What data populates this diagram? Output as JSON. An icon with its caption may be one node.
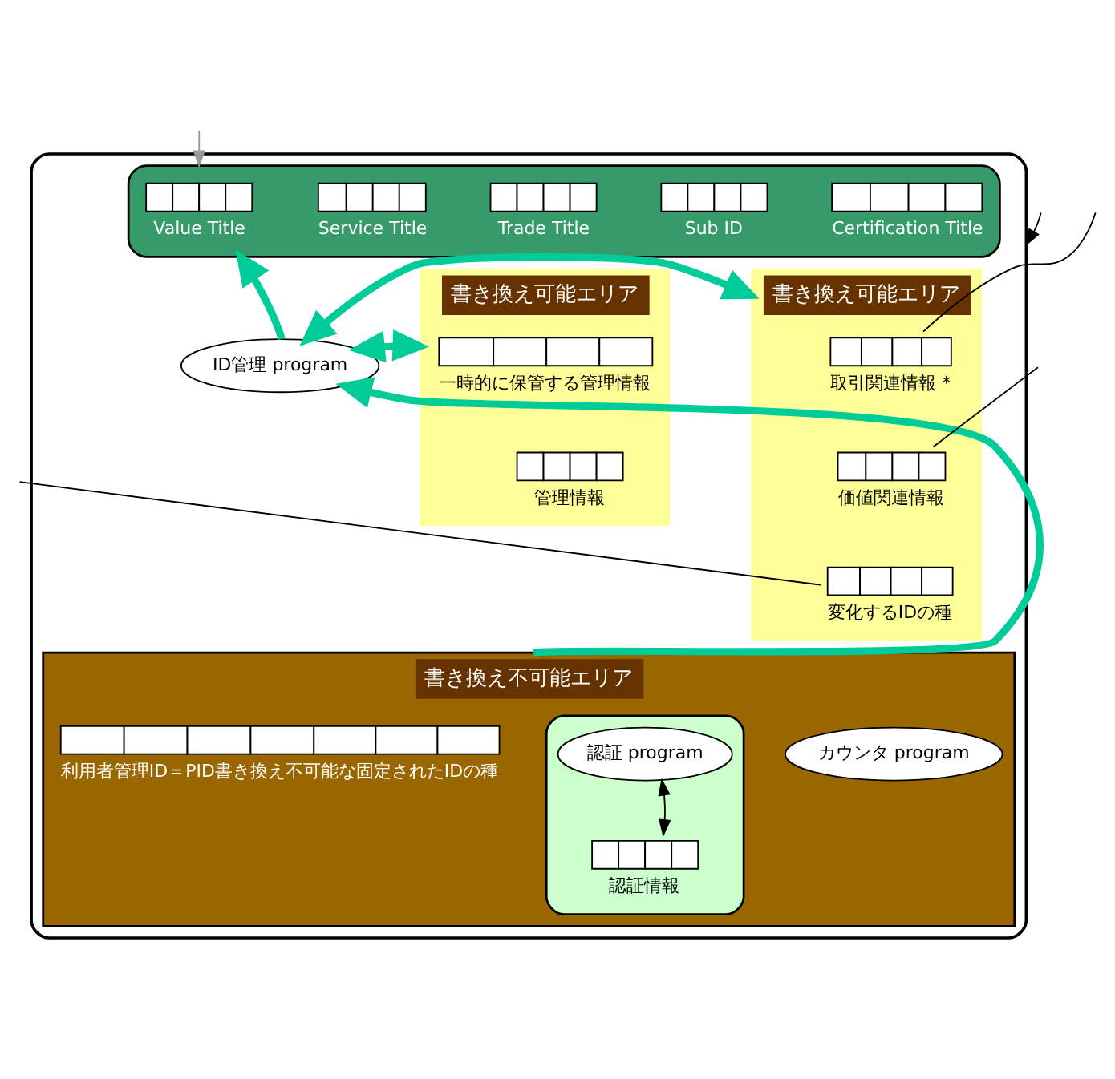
{
  "diagram": {
    "nodes": [
      {
        "text": [],
        "shape": "box"
      },
      {
        "text": [],
        "shape": "box",
        "in": 0
      },
      {
        "text": [
          "Trade Title"
        ],
        "in": 1
      },
      {
        "text": [
          "Sub ID"
        ],
        "in": 1
      },
      {
        "text": [
          "Value Title"
        ],
        "in": 1
      },
      {
        "text": [
          "Service Title"
        ],
        "in": 1
      },
      {
        "text": [
          "Certification Title"
        ],
        "in": 1
      },
      {
        "text": [
          "書き換え可能エリア"
        ],
        "in": 0
      },
      {
        "text": [
          "一時的に保管する管理情報"
        ],
        "in": 7
      },
      {
        "text": [
          "管理情報"
        ],
        "in": 7
      },
      {
        "text": [
          "ID管理 program"
        ],
        "in": 0
      },
      {
        "text": [
          "書き換え可能エリア"
        ],
        "in": 0
      },
      {
        "text": [
          "取引関連情報 *"
        ],
        "in": 11
      },
      {
        "text": [
          "価値関連情報"
        ],
        "in": 11
      },
      {
        "text": [
          "変化するIDの種"
        ],
        "in": 11
      },
      {
        "text": [
          "書き換え不可能エリア"
        ],
        "in": 0
      },
      {
        "text": [],
        "shape": "box",
        "in": 15
      },
      {
        "text": [
          "認証 program"
        ],
        "in": 16
      },
      {
        "text": [
          "認証情報"
        ],
        "in": 16
      },
      {
        "text": [
          "利用者管理ID＝PID書き換え不可能な固定されたIDの種"
        ],
        "in": 15
      },
      {
        "text": [
          "カウンタ program"
        ],
        "in": 15
      }
    ],
    "edges": [
      {
        "from": null,
        "to": 1,
        "arrow": "to",
        "color": "#999999"
      },
      {
        "from": null,
        "to": 0,
        "arrow": "to",
        "color": "#000000"
      },
      {
        "from": 7,
        "to": 10,
        "arrow": "both",
        "style": "thick",
        "color": "#00cc99"
      },
      {
        "from": 10,
        "to": 11,
        "arrow": "both",
        "style": "thick",
        "color": "#00cc99"
      },
      {
        "from": 10,
        "to": 1,
        "arrow": "to",
        "style": "thick",
        "color": "#00cc99"
      },
      {
        "from": 15,
        "to": 10,
        "arrow": "to",
        "style": "thick",
        "color": "#00cc99"
      },
      {
        "from": 17,
        "to": 18,
        "arrow": "both",
        "color": "#000000"
      },
      {
        "from": null,
        "to": 12,
        "arrow": "none"
      },
      {
        "from": null,
        "to": 13,
        "arrow": "none"
      },
      {
        "from": null,
        "to": 14,
        "arrow": "none"
      }
    ]
  }
}
